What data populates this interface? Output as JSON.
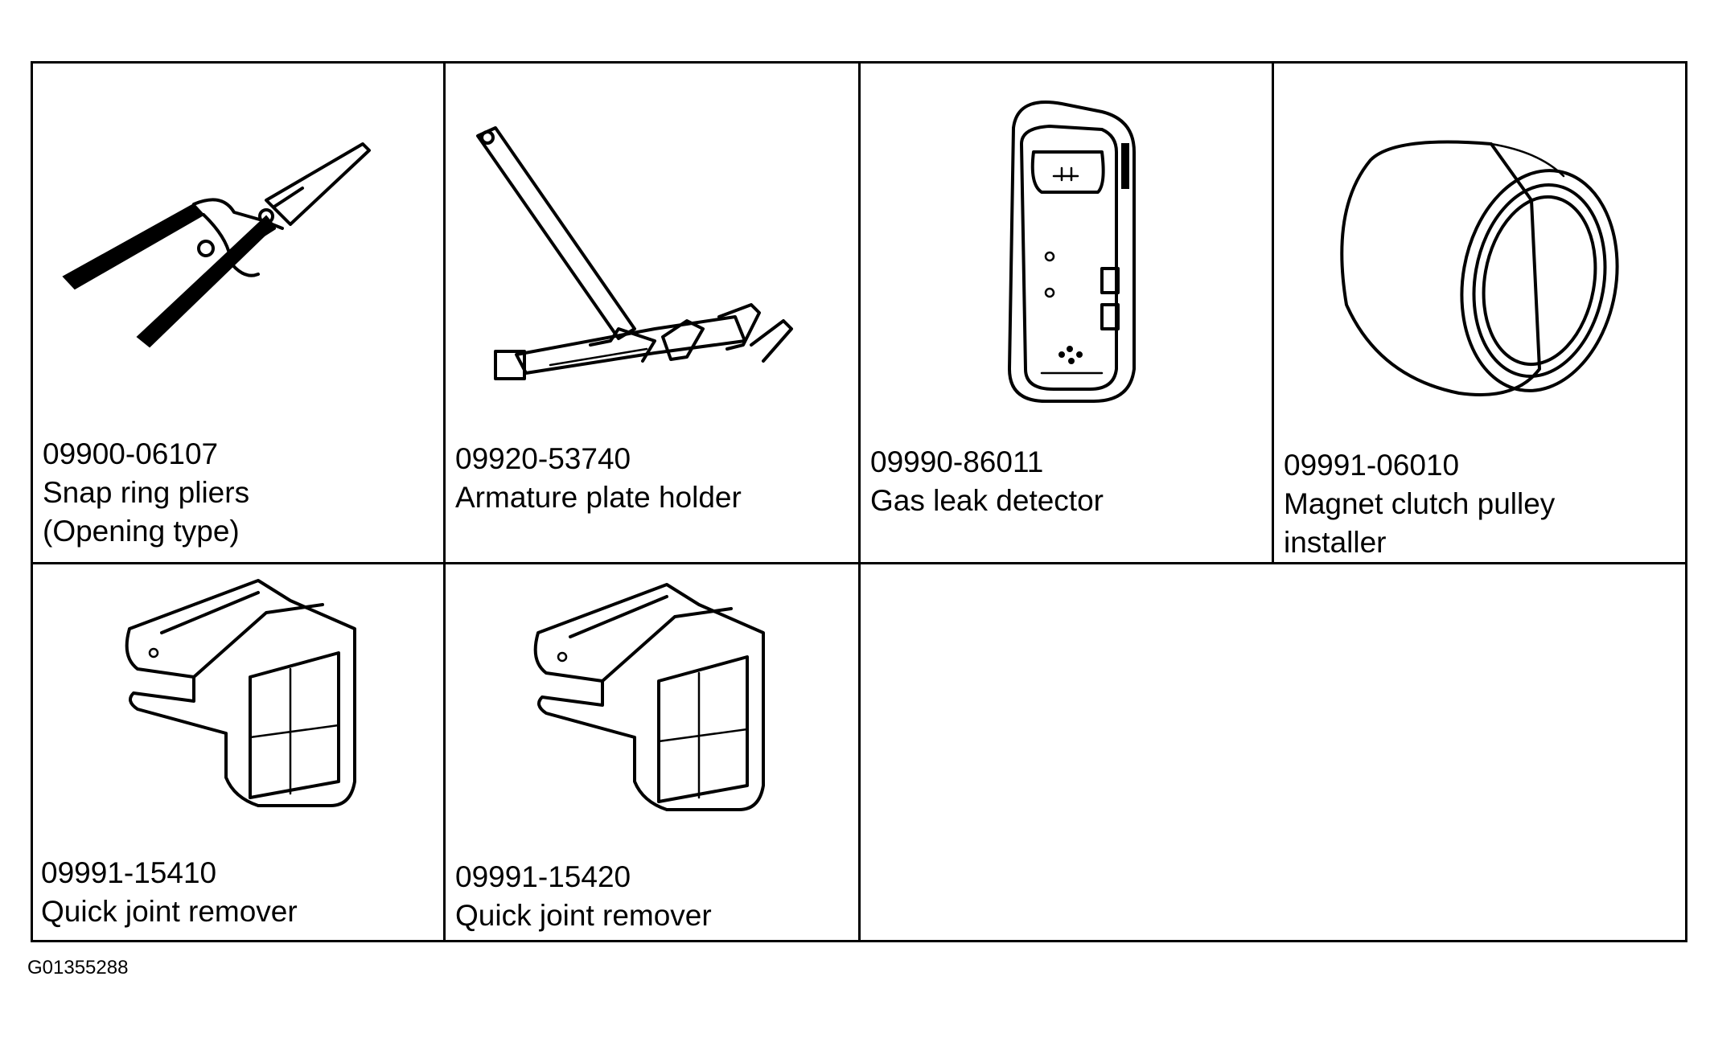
{
  "tools": [
    {
      "part_number": "09900-06107",
      "name_lines": [
        "Snap ring pliers",
        "(Opening type)"
      ],
      "icon": "snap-ring-pliers-icon"
    },
    {
      "part_number": "09920-53740",
      "name_lines": [
        "Armature plate holder"
      ],
      "icon": "armature-plate-holder-icon"
    },
    {
      "part_number": "09990-86011",
      "name_lines": [
        "Gas leak detector"
      ],
      "icon": "gas-leak-detector-icon"
    },
    {
      "part_number": "09991-06010",
      "name_lines": [
        "Magnet clutch pulley",
        "installer"
      ],
      "icon": "pulley-installer-icon"
    },
    {
      "part_number": "09991-15410",
      "name_lines": [
        "Quick joint remover"
      ],
      "icon": "quick-joint-remover-icon"
    },
    {
      "part_number": "09991-15420",
      "name_lines": [
        "Quick joint remover"
      ],
      "icon": "quick-joint-remover-icon"
    }
  ],
  "figure_id": "G01355288"
}
